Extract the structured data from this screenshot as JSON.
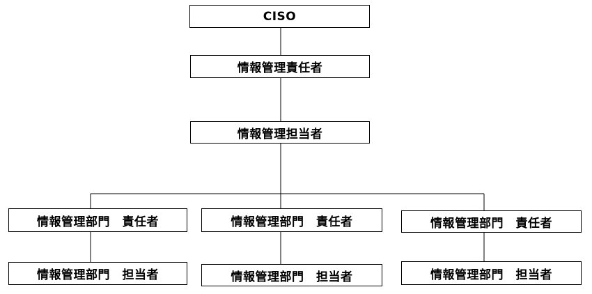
{
  "diagram": {
    "ciso": "CISO",
    "info_manager_responsible": "情報管理責任者",
    "info_manager_staff": "情報管理担当者",
    "departments": [
      {
        "responsible": "情報管理部門　責任者",
        "staff": "情報管理部門　担当者"
      },
      {
        "responsible": "情報管理部門　責任者",
        "staff": "情報管理部門　担当者"
      },
      {
        "responsible": "情報管理部門　責任者",
        "staff": "情報管理部門　担当者"
      }
    ],
    "colors": {
      "line": "#000000",
      "box_border": "#000000",
      "box_fill": "#ffffff",
      "text": "#000000"
    }
  }
}
